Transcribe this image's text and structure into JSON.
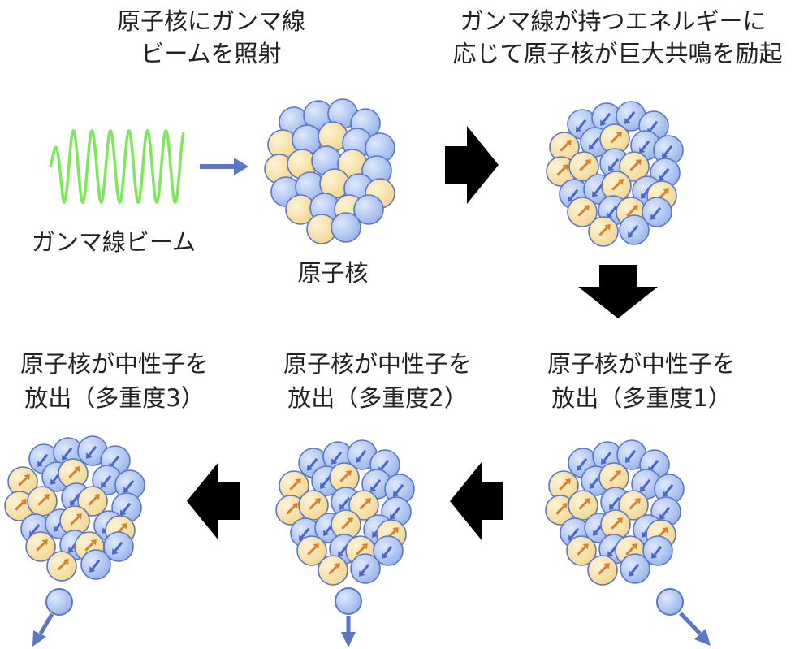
{
  "labels": {
    "step1_line1": "原子核にガンマ線",
    "step1_line2": "ビームを照射",
    "step2_line1": "ガンマ線が持つエネルギーに",
    "step2_line2": "応じて原子核が巨大共鳴を励起",
    "gamma_beam": "ガンマ線ビーム",
    "nucleus": "原子核",
    "emit1_line1": "原子核が中性子を",
    "emit1_line2": "放出（多重度1）",
    "emit2_line1": "原子核が中性子を",
    "emit2_line2": "放出（多重度2）",
    "emit3_line1": "原子核が中性子を",
    "emit3_line2": "放出（多重度3）"
  },
  "colors": {
    "neutron": "#a9c2f0",
    "proton": "#f7e0a0",
    "nucleon_stroke": "#5b76c4",
    "gamma_wave": "#7de85a",
    "beam_arrow": "#5b76c4",
    "proton_arrow": "#d9802a",
    "neutron_arrow": "#4a64c8",
    "step_arrow": "#000000"
  }
}
